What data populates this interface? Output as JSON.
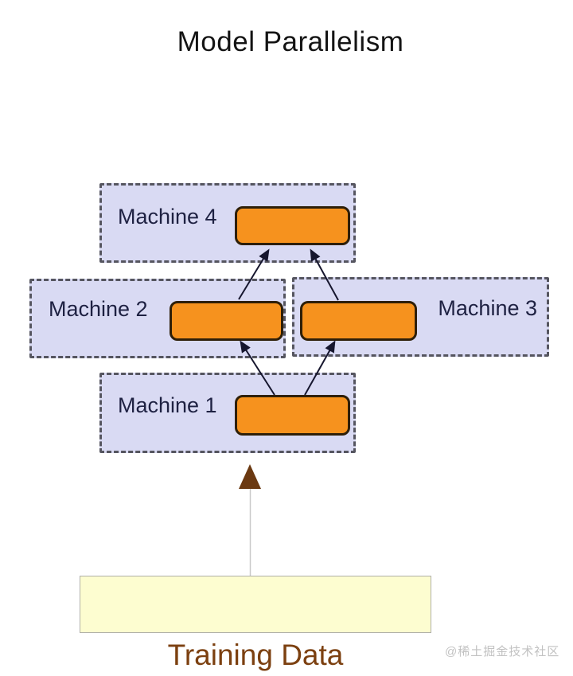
{
  "title": "Model Parallelism",
  "machines": [
    {
      "name": "machine-4",
      "label": "Machine 4"
    },
    {
      "name": "machine-2",
      "label": "Machine 2"
    },
    {
      "name": "machine-3",
      "label": "Machine 3"
    },
    {
      "name": "machine-1",
      "label": "Machine 1"
    }
  ],
  "edges": [
    {
      "from": "training-data",
      "to": "machine-1",
      "style": "brown-arrow"
    },
    {
      "from": "machine-1",
      "to": "machine-2",
      "style": "black-arrow"
    },
    {
      "from": "machine-1",
      "to": "machine-3",
      "style": "black-arrow"
    },
    {
      "from": "machine-2",
      "to": "machine-4",
      "style": "black-arrow"
    },
    {
      "from": "machine-3",
      "to": "machine-4",
      "style": "black-arrow"
    }
  ],
  "training": {
    "label": "Training Data"
  },
  "watermark": "@稀土掘金技术社区",
  "colors": {
    "background": "#ffffff",
    "title_text": "#141414",
    "machine_fill": "#d9daf3",
    "machine_border": "#55555f",
    "machine_label": "#1e2142",
    "node_fill": "#f6921e",
    "node_border": "#2e1f08",
    "arrow": "#16162e",
    "shaft": "#c9c9c9",
    "brown_arrow": "#6b3911",
    "training_fill": "#fdfdd0",
    "training_border": "#b0b0a8",
    "training_label": "#7c4010",
    "watermark_text": "#c2c2c2"
  }
}
